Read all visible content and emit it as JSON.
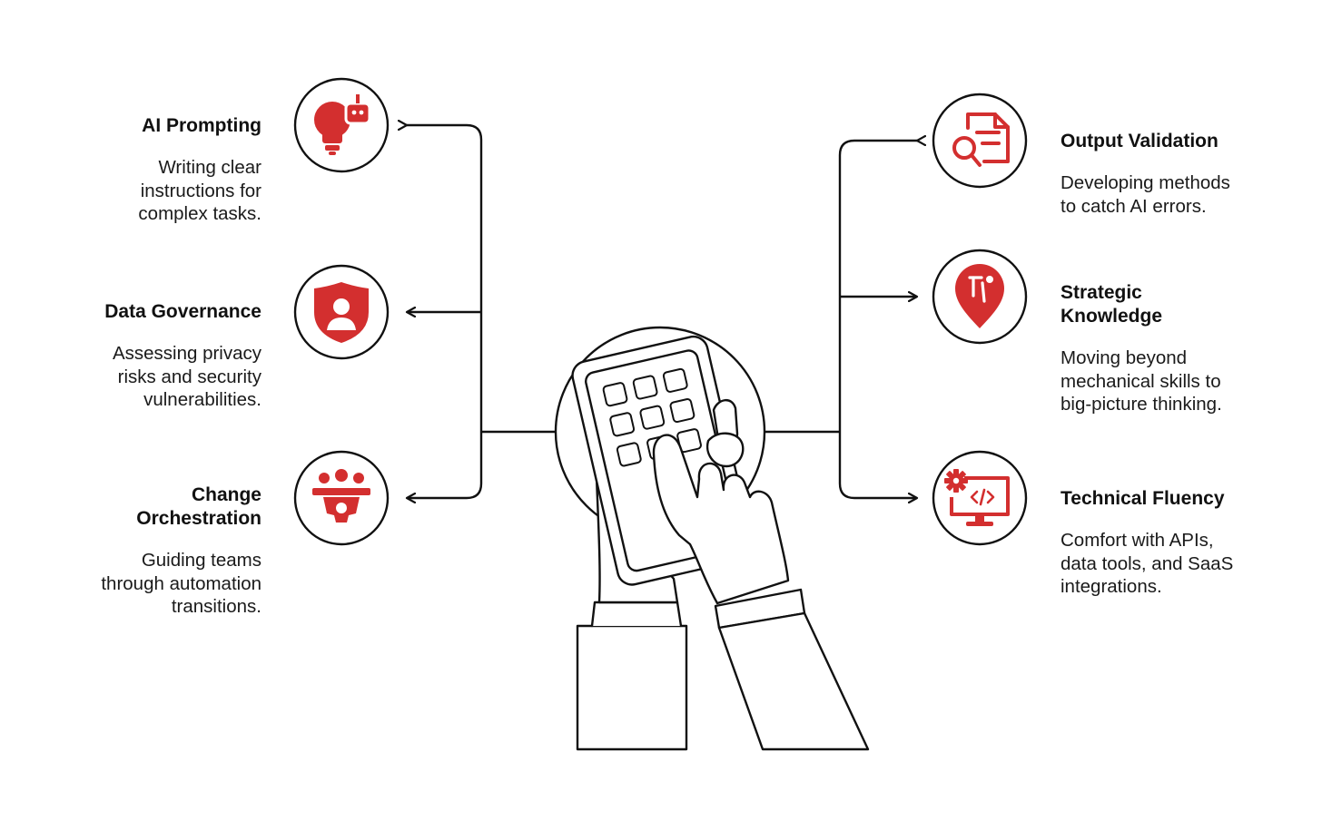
{
  "accent_color": "#d32f2f",
  "line_color": "#111111",
  "center": {
    "icon": "hands-using-smartphone-icon"
  },
  "skills_left": [
    {
      "title": "AI Prompting",
      "description": "Writing clear\ninstructions for\ncomplex tasks.",
      "icon": "lightbulb-robot-icon"
    },
    {
      "title": "Data Governance",
      "description": "Assessing privacy\nrisks and security\nvulnerabilities.",
      "icon": "shield-user-icon"
    },
    {
      "title": "Change\nOrchestration",
      "description": "Guiding teams\nthrough automation\ntransitions.",
      "icon": "team-gear-icon"
    }
  ],
  "skills_right": [
    {
      "title": "Output Validation",
      "description": "Developing methods\nto catch AI errors.",
      "icon": "document-search-icon"
    },
    {
      "title": "Strategic\nKnowledge",
      "description": "Moving beyond\nmechanical skills to\nbig-picture thinking.",
      "icon": "location-pin-person-icon"
    },
    {
      "title": "Technical Fluency",
      "description": "Comfort with APIs,\ndata tools, and SaaS\nintegrations.",
      "icon": "monitor-code-gear-icon"
    }
  ]
}
